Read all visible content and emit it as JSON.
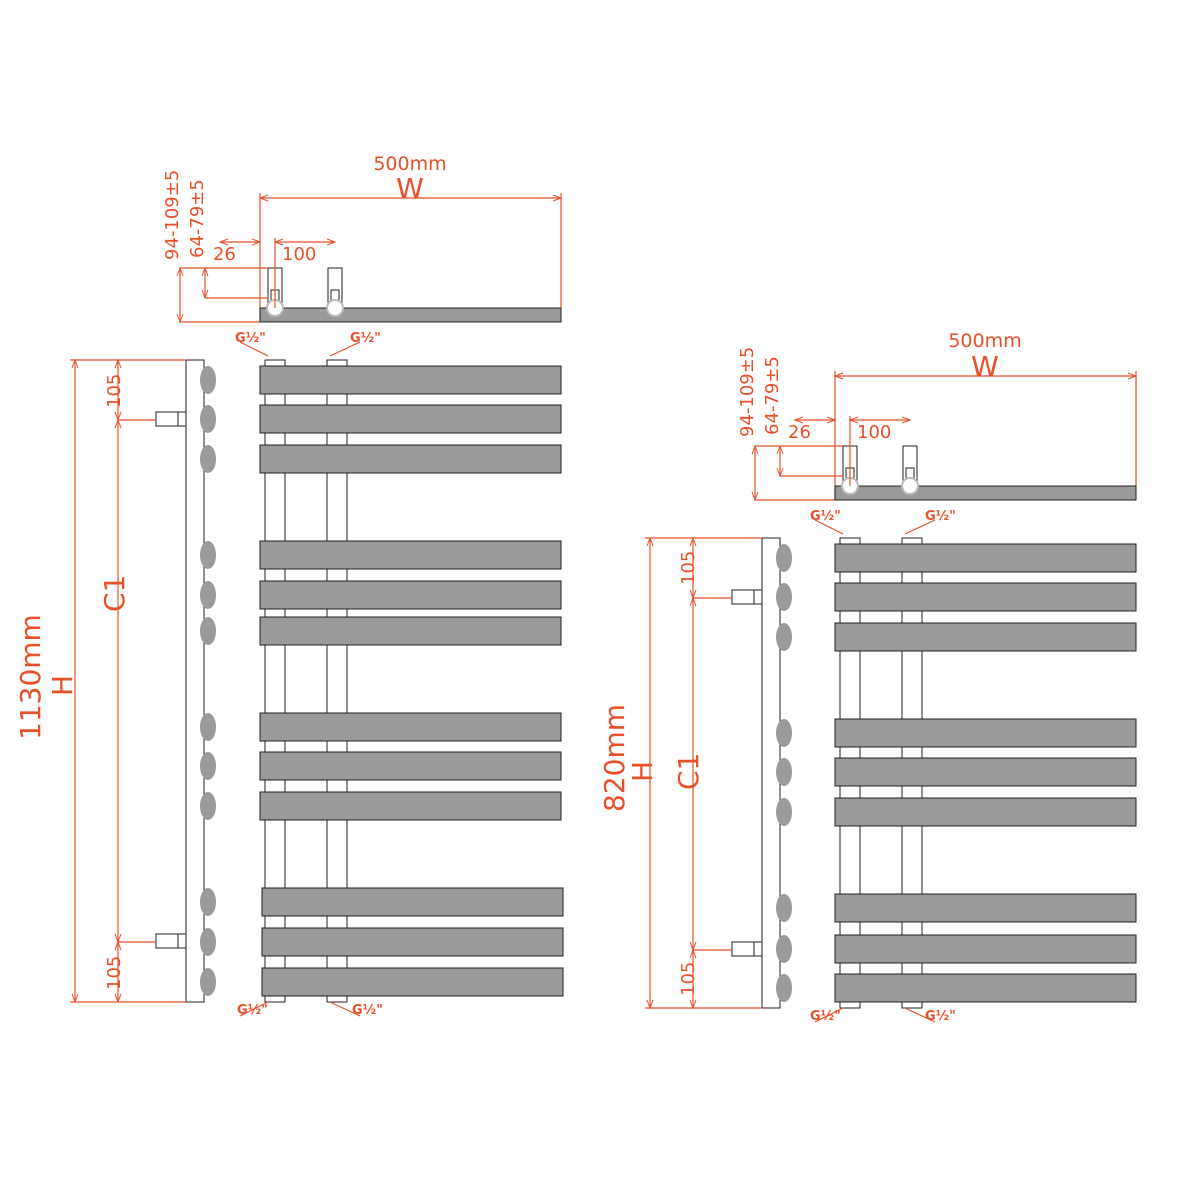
{
  "colors": {
    "dimension": "#e8502a",
    "bar": "#9a9a9a",
    "outline": "#222222"
  },
  "left": {
    "width_mm": "500mm",
    "width_sym": "W",
    "height_mm": "1130mm",
    "height_sym": "H",
    "c1": "C1",
    "offset_outer": "94-109±5",
    "offset_inner": "64-79±5",
    "side_offset": "26",
    "pipe_spacing": "100",
    "top_margin": "105",
    "bottom_margin": "105",
    "thread": "G½\""
  },
  "right": {
    "width_mm": "500mm",
    "width_sym": "W",
    "height_mm": "820mm",
    "height_sym": "H",
    "c1": "C1",
    "offset_outer": "94-109±5",
    "offset_inner": "64-79±5",
    "side_offset": "26",
    "pipe_spacing": "100",
    "top_margin": "105",
    "bottom_margin": "105",
    "thread": "G½\""
  }
}
